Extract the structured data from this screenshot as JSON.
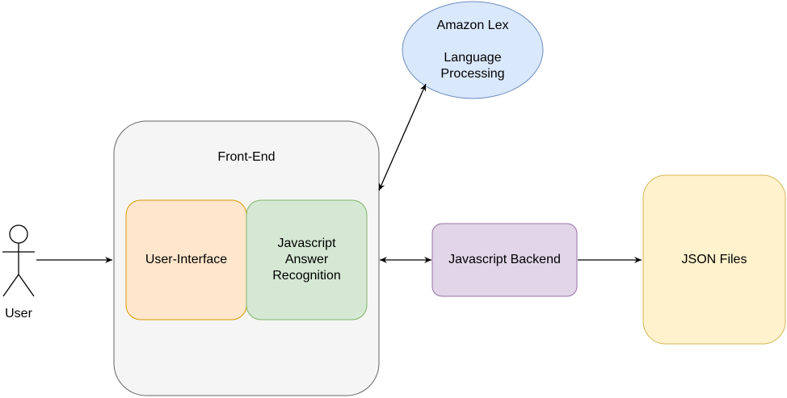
{
  "nodes": {
    "user": {
      "label": "User"
    },
    "frontend": {
      "label": "Front-End",
      "fill": "#f5f5f5",
      "stroke": "#666666"
    },
    "ui": {
      "label": "User-Interface",
      "fill": "#ffe6cc",
      "stroke": "#d79b00"
    },
    "answer_recognition": {
      "label": "Javascript\nAnswer\nRecognition",
      "fill": "#d5e8d4",
      "stroke": "#82b366"
    },
    "lex": {
      "label": "Amazon Lex\n\nLanguage\nProcessing",
      "fill": "#dae8fc",
      "stroke": "#6c8ebf"
    },
    "backend": {
      "label": "Javascript Backend",
      "fill": "#e1d5e7",
      "stroke": "#9673a6"
    },
    "json": {
      "label": "JSON Files",
      "fill": "#fff2cc",
      "stroke": "#d6b656"
    }
  },
  "edges": [
    {
      "from": "user",
      "to": "frontend",
      "direction": "one-way"
    },
    {
      "from": "frontend",
      "to": "lex",
      "direction": "two-way"
    },
    {
      "from": "frontend",
      "to": "backend",
      "direction": "two-way"
    },
    {
      "from": "backend",
      "to": "json",
      "direction": "one-way"
    }
  ]
}
